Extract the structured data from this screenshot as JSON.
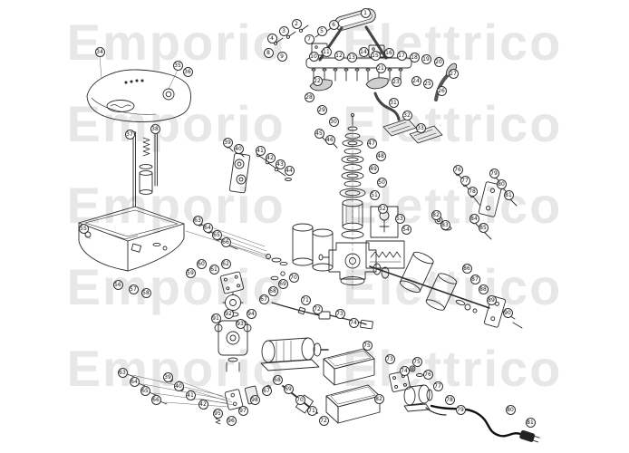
{
  "page": {
    "background": "#ffffff",
    "kind": "exploded-parts-diagram"
  },
  "watermark": {
    "text": "Emporio Elettrico",
    "color": "#e7e7e7",
    "row_count": 5
  },
  "diagram": {
    "line_color": "#2b2b2b",
    "callout_format": "[part_number, x, y]",
    "callouts": [
      [
        1,
        403,
        14
      ],
      [
        6,
        368,
        27
      ],
      [
        2,
        327,
        26
      ],
      [
        3,
        313,
        34
      ],
      [
        4,
        300,
        42
      ],
      [
        5,
        355,
        34
      ],
      [
        7,
        341,
        43
      ],
      [
        8,
        296,
        58
      ],
      [
        9,
        311,
        62
      ],
      [
        10,
        346,
        62
      ],
      [
        11,
        360,
        57
      ],
      [
        12,
        374,
        61
      ],
      [
        13,
        388,
        63
      ],
      [
        14,
        401,
        57
      ],
      [
        15,
        414,
        61
      ],
      [
        16,
        429,
        58
      ],
      [
        17,
        443,
        61
      ],
      [
        18,
        457,
        63
      ],
      [
        19,
        470,
        65
      ],
      [
        20,
        484,
        68
      ],
      [
        21,
        420,
        75
      ],
      [
        22,
        350,
        89
      ],
      [
        23,
        437,
        90
      ],
      [
        24,
        459,
        89
      ],
      [
        25,
        472,
        92
      ],
      [
        26,
        487,
        100
      ],
      [
        27,
        500,
        81
      ],
      [
        28,
        341,
        107
      ],
      [
        29,
        355,
        121
      ],
      [
        30,
        368,
        134
      ],
      [
        31,
        434,
        113
      ],
      [
        32,
        449,
        127
      ],
      [
        33,
        464,
        141
      ],
      [
        34,
        110,
        57
      ],
      [
        35,
        196,
        72
      ],
      [
        36,
        207,
        79
      ],
      [
        37,
        143,
        148
      ],
      [
        38,
        171,
        142
      ],
      [
        39,
        251,
        157
      ],
      [
        40,
        263,
        164
      ],
      [
        41,
        287,
        166
      ],
      [
        42,
        298,
        174
      ],
      [
        43,
        309,
        181
      ],
      [
        44,
        319,
        188
      ],
      [
        45,
        352,
        147
      ],
      [
        46,
        364,
        154
      ],
      [
        47,
        410,
        158
      ],
      [
        48,
        420,
        172
      ],
      [
        49,
        412,
        186
      ],
      [
        50,
        421,
        201
      ],
      [
        51,
        413,
        215
      ],
      [
        52,
        422,
        230
      ],
      [
        53,
        441,
        241
      ],
      [
        54,
        448,
        253
      ],
      [
        55,
        92,
        252
      ],
      [
        56,
        130,
        314
      ],
      [
        57,
        147,
        319
      ],
      [
        58,
        161,
        323
      ],
      [
        59,
        210,
        301
      ],
      [
        60,
        222,
        291
      ],
      [
        61,
        236,
        297
      ],
      [
        62,
        249,
        291
      ],
      [
        63,
        218,
        243
      ],
      [
        64,
        229,
        251
      ],
      [
        65,
        239,
        259
      ],
      [
        66,
        249,
        267
      ],
      [
        67,
        291,
        330
      ],
      [
        68,
        301,
        321
      ],
      [
        69,
        312,
        313
      ],
      [
        70,
        324,
        306
      ],
      [
        71,
        337,
        331
      ],
      [
        72,
        350,
        341
      ],
      [
        73,
        375,
        346
      ],
      [
        74,
        390,
        356
      ],
      [
        75,
        405,
        381
      ],
      [
        76,
        505,
        187
      ],
      [
        77,
        513,
        199
      ],
      [
        78,
        521,
        211
      ],
      [
        79,
        545,
        191
      ],
      [
        80,
        553,
        203
      ],
      [
        81,
        561,
        215
      ],
      [
        82,
        481,
        237
      ],
      [
        83,
        491,
        248
      ],
      [
        84,
        523,
        241
      ],
      [
        85,
        533,
        251
      ],
      [
        86,
        515,
        296
      ],
      [
        87,
        524,
        308
      ],
      [
        88,
        533,
        319
      ],
      [
        89,
        542,
        331
      ],
      [
        90,
        560,
        345
      ],
      [
        91,
        238,
        351
      ],
      [
        92,
        252,
        346
      ],
      [
        93,
        265,
        357
      ],
      [
        94,
        277,
        346
      ],
      [
        63,
        135,
        411
      ],
      [
        64,
        148,
        421
      ],
      [
        65,
        160,
        431
      ],
      [
        66,
        172,
        441
      ],
      [
        39,
        185,
        416
      ],
      [
        40,
        197,
        426
      ],
      [
        41,
        210,
        436
      ],
      [
        42,
        224,
        446
      ],
      [
        95,
        240,
        456
      ],
      [
        96,
        255,
        464
      ],
      [
        97,
        268,
        453
      ],
      [
        98,
        281,
        441
      ],
      [
        67,
        294,
        431
      ],
      [
        68,
        306,
        419
      ],
      [
        69,
        318,
        429
      ],
      [
        70,
        331,
        441
      ],
      [
        71,
        344,
        453
      ],
      [
        72,
        357,
        464
      ],
      [
        73,
        430,
        396
      ],
      [
        74,
        446,
        409
      ],
      [
        75,
        460,
        399
      ],
      [
        76,
        472,
        413
      ],
      [
        77,
        483,
        426
      ],
      [
        78,
        496,
        441
      ],
      [
        79,
        508,
        452
      ],
      [
        80,
        563,
        452
      ],
      [
        81,
        585,
        466
      ],
      [
        82,
        418,
        440
      ]
    ]
  }
}
